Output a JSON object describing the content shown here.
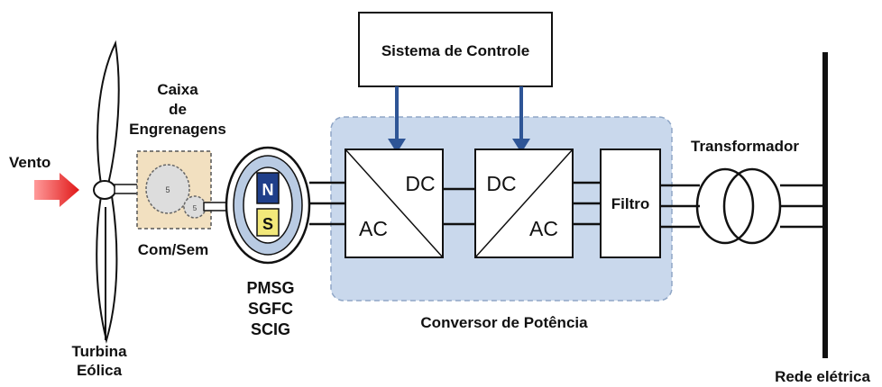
{
  "labels": {
    "control_system": "Sistema de Controle",
    "wind": "Vento",
    "gearbox_line1": "Caixa",
    "gearbox_line2": "de",
    "gearbox_line3": "Engrenagens",
    "gearbox_option": "Com/Sem",
    "turbine_line1": "Turbina",
    "turbine_line2": "Eólica",
    "generator_types": [
      "PMSG",
      "SGFC",
      "SCIG"
    ],
    "magnet_north": "N",
    "magnet_south": "S",
    "converter1_top": "DC",
    "converter1_bottom": "AC",
    "converter2_top": "DC",
    "converter2_bottom": "AC",
    "filter": "Filtro",
    "transformer": "Transformador",
    "power_converter": "Conversor de Potência",
    "grid": "Rede elétrica",
    "gear_small_mark": "5"
  },
  "colors": {
    "converter_region_fill": "#c9d8ec",
    "converter_region_stroke": "#8fa6c6",
    "control_arrow": "#2e5596",
    "wind_arrow": "#e02020",
    "gearbox_fill": "#f2e0c0",
    "generator_ring": "#b9cbe3",
    "magnet_north_fill": "#1f3f8a",
    "magnet_south_fill": "#f2e87a"
  }
}
